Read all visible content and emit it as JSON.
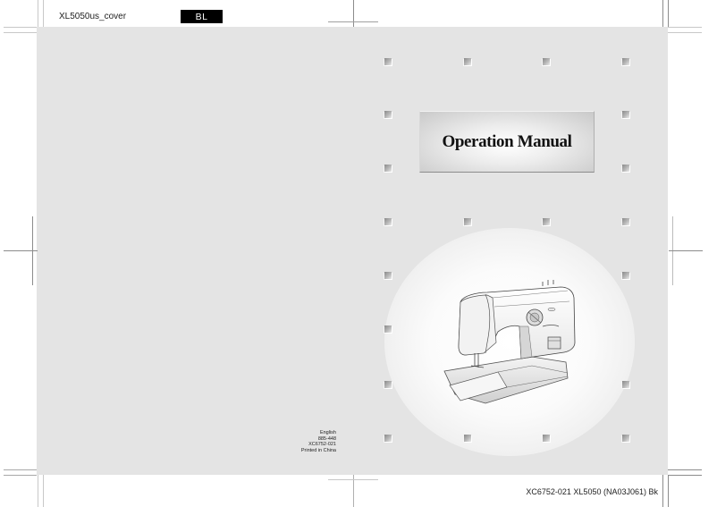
{
  "slug": {
    "file_label": "XL5050us_cover",
    "color_badge": "BL"
  },
  "cover": {
    "title": "Operation Manual",
    "image_alt": "sewing-machine-illustration",
    "background_color": "#e4e4e4"
  },
  "imprint": {
    "lines": [
      "English",
      "885-448",
      "XC6752-021",
      "Printed in China"
    ]
  },
  "footer": {
    "code": "XC6752-021 XL5050 (NA03J061) Bk"
  },
  "markers": {
    "columns_x": [
      434,
      523,
      611,
      700
    ],
    "rows_y": [
      69,
      128,
      188,
      248,
      308,
      368,
      430,
      490
    ]
  }
}
